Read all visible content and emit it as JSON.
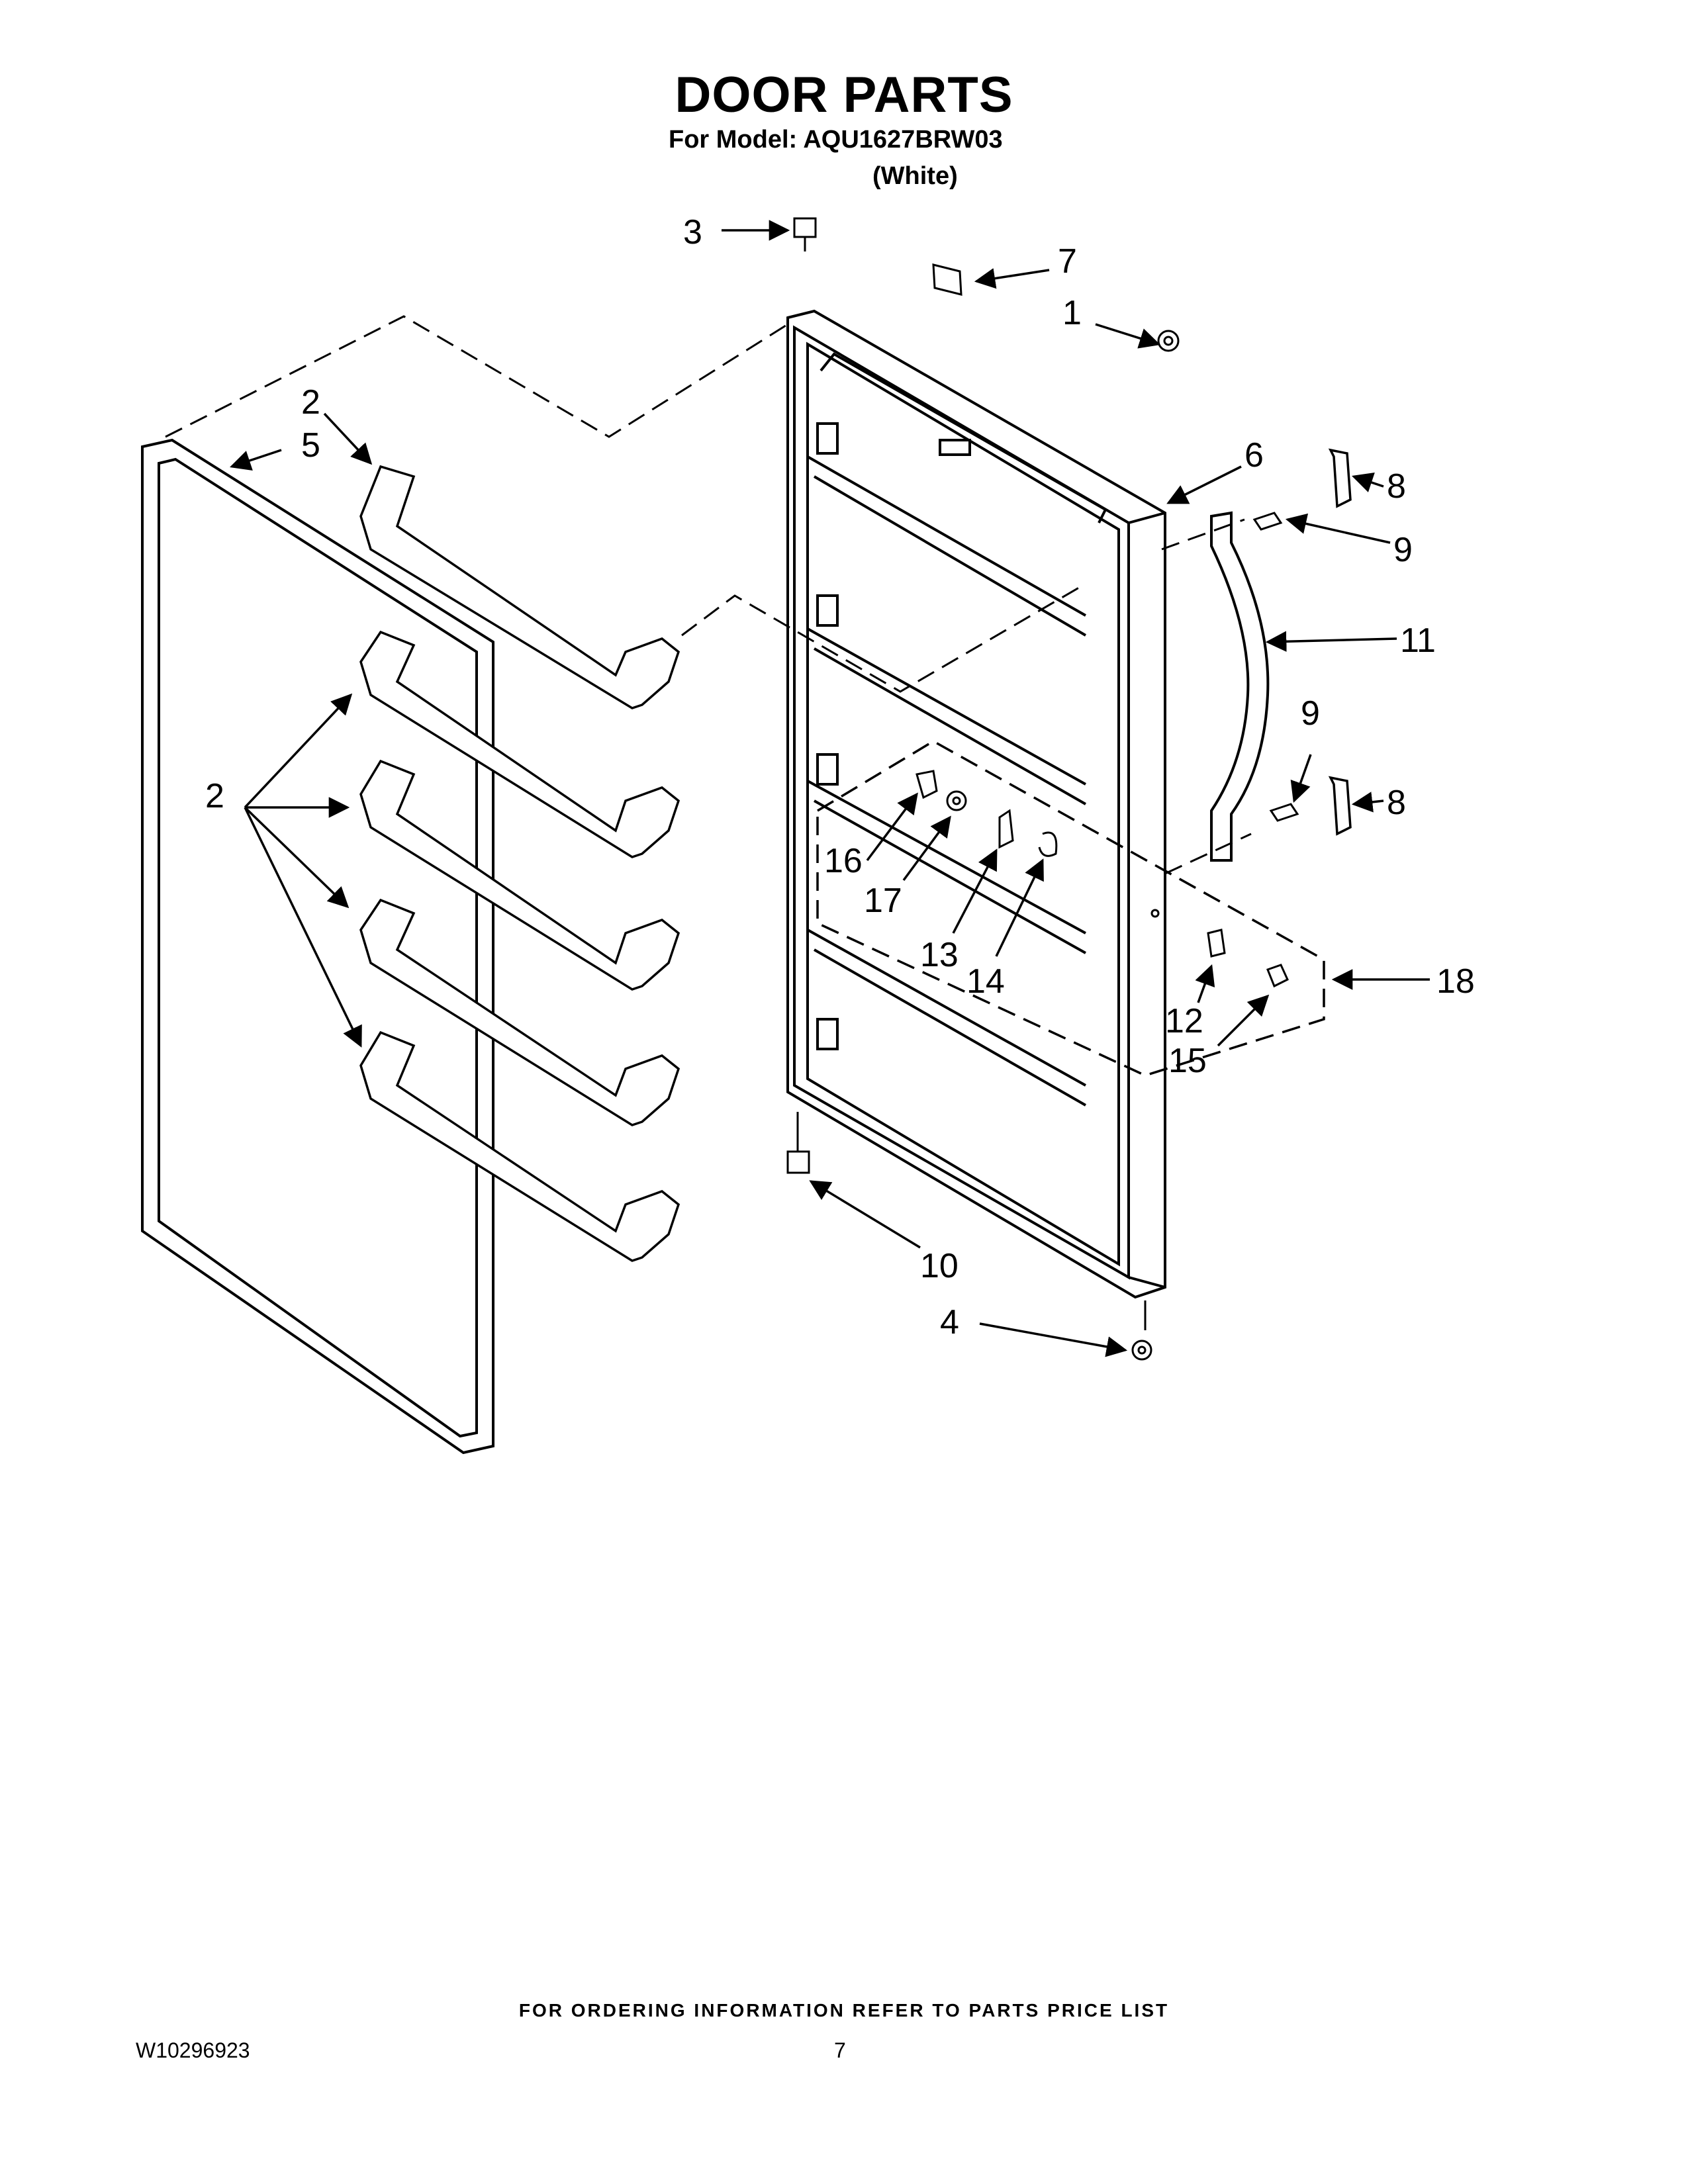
{
  "header": {
    "title": "DOOR PARTS",
    "model_line": "For Model: AQU1627BRW03",
    "color_variant": "(White)"
  },
  "callouts": [
    "3",
    "7",
    "1",
    "2",
    "5",
    "6",
    "8",
    "9",
    "11",
    "2",
    "9",
    "8",
    "16",
    "17",
    "13",
    "14",
    "12",
    "18",
    "15",
    "10",
    "4"
  ],
  "footer": {
    "ordering_note": "FOR ORDERING INFORMATION REFER TO PARTS PRICE LIST",
    "document_number": "W10296923",
    "page_number": "7"
  }
}
